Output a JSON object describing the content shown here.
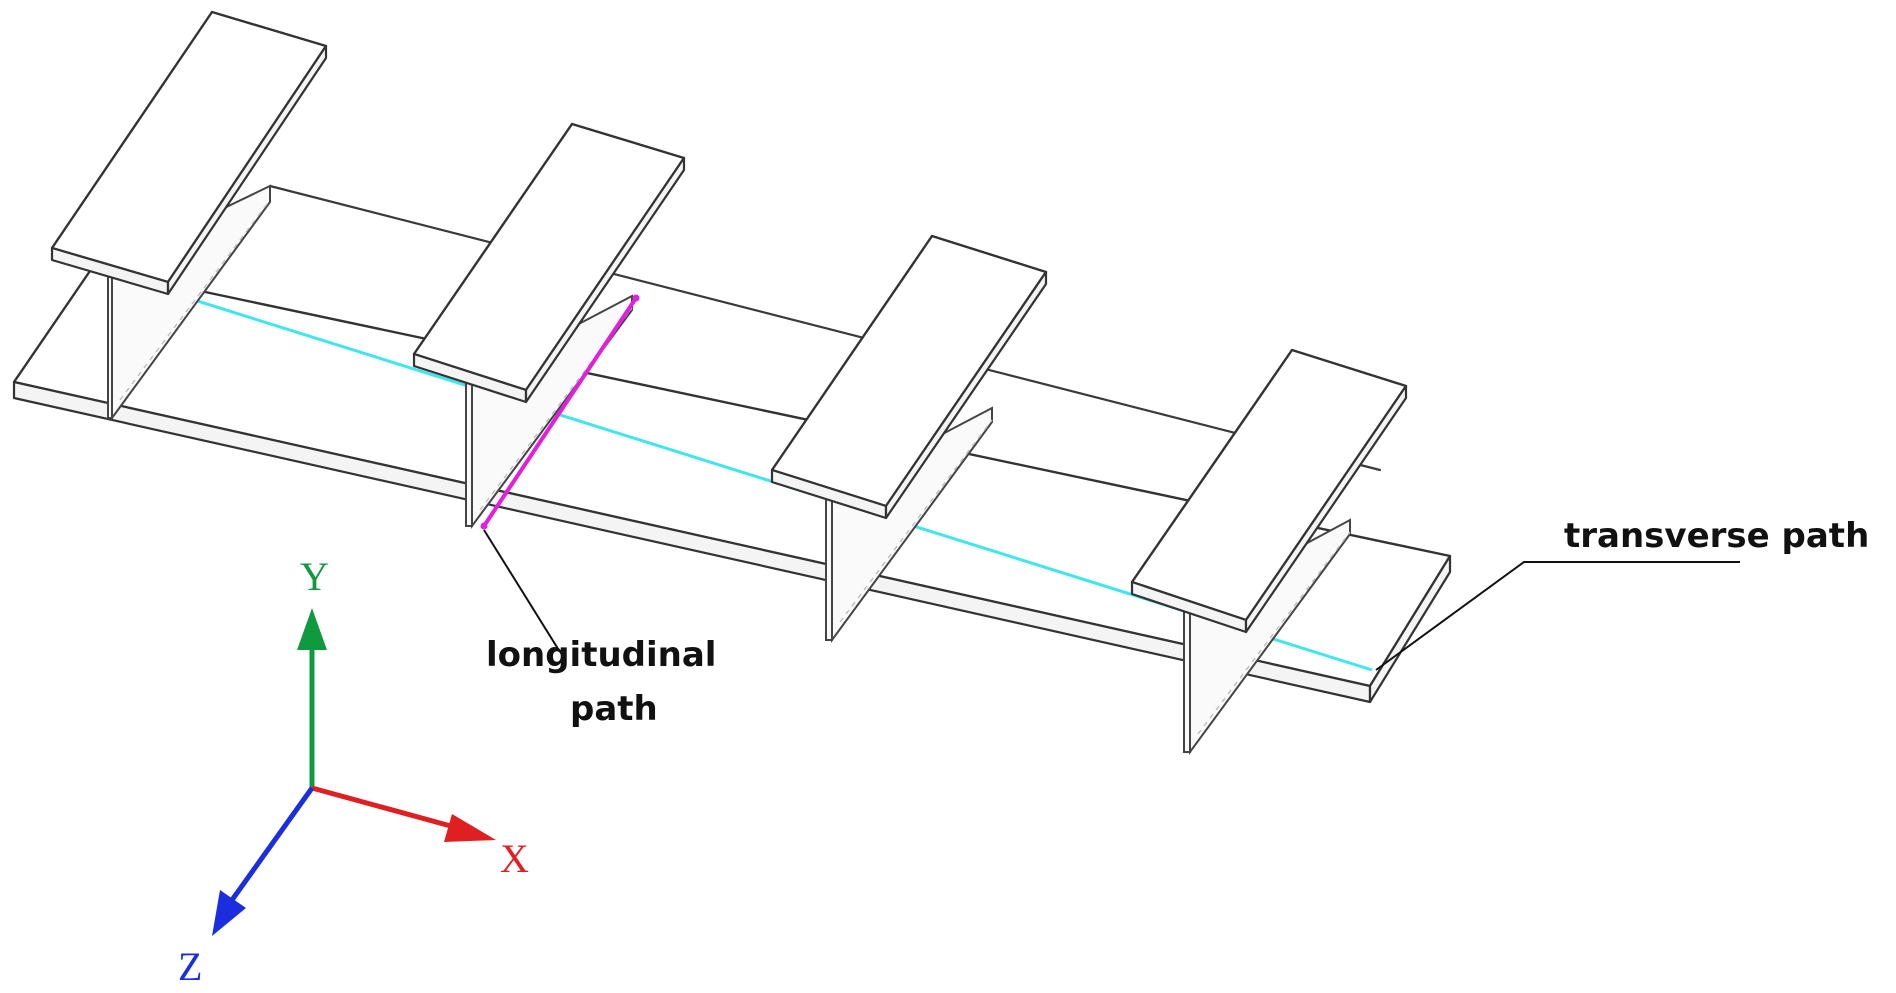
{
  "labels": {
    "transverse": "transverse path",
    "longitudinal_line1": "longitudinal",
    "longitudinal_line2": "path"
  },
  "axes": {
    "x": "X",
    "y": "Y",
    "z": "Z"
  },
  "colors": {
    "transverse_path": "#3fe6ef",
    "longitudinal_path": "#e020e0",
    "axis_x": "#e02020",
    "axis_y": "#109a40",
    "axis_z": "#1a2ee0",
    "edges": "#333333"
  }
}
